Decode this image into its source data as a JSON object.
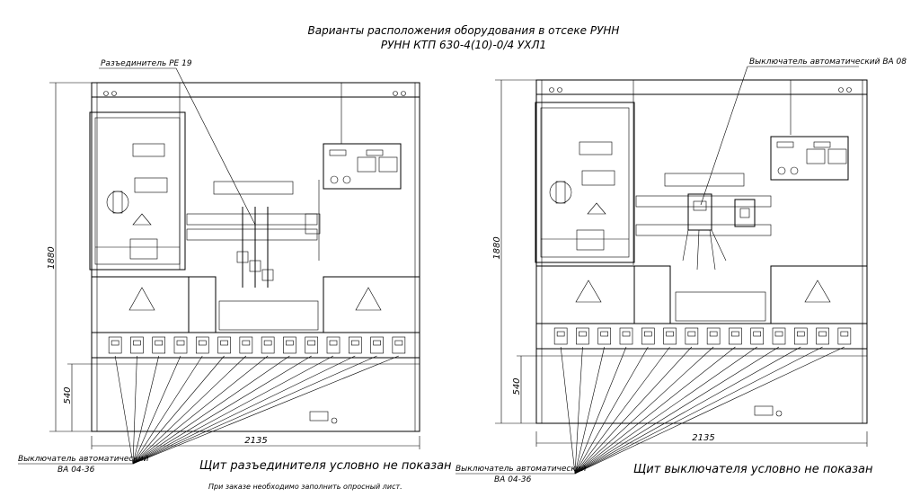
{
  "title": {
    "line1": "Варианты расположения оборудования в отсеке РУНН",
    "line2": "РУНН КТП 630-4(10)-0/4 УХЛ1"
  },
  "left_panel": {
    "callout_top": "Разъединитель РЕ 19",
    "dim_height": "1880",
    "dim_lower": "540",
    "dim_width": "2135",
    "callout_bottom_line1": "Выключатель автоматический",
    "callout_bottom_line2": "ВА 04-36",
    "caption": "Щит разъединителя условно не показан",
    "note": "При заказе необходимо заполнить опросный лист."
  },
  "right_panel": {
    "callout_top": "Выключатель автоматический ВА 08",
    "dim_height": "1880",
    "dim_lower": "540",
    "dim_width": "2135",
    "callout_bottom_line1": "Выключатель автоматический",
    "callout_bottom_line2": "ВА 04-36",
    "caption": "Щит выключателя условно не показан"
  },
  "breaker_count": 14
}
